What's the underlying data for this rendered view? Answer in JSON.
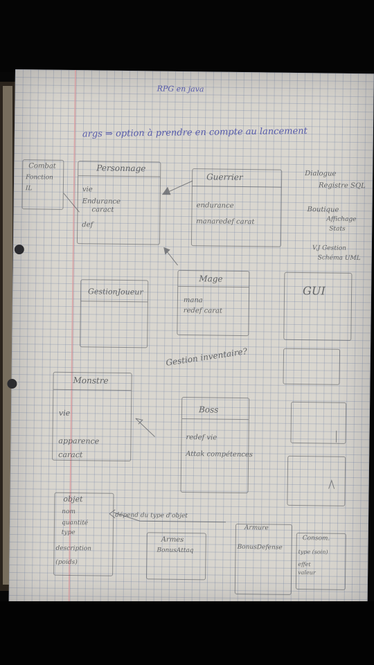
{
  "title": "RPG en java",
  "subtitle": "args ⇒ option à prendre en compte au lancement",
  "boxes": {
    "left_top": {
      "title": "Combat",
      "lines": [
        "Fonction",
        "IL"
      ]
    },
    "personnage": {
      "title": "Personnage",
      "lines": [
        "vie",
        "Endurance",
        "caract",
        "def"
      ]
    },
    "guerrier": {
      "title": "Guerrier",
      "lines": [
        "endurance",
        "manaredef carat"
      ]
    },
    "mage": {
      "title": "Mage",
      "lines": [
        "mana",
        "redef carat"
      ]
    },
    "gestion_joueur": {
      "title": "GestionJoueur"
    },
    "monstre": {
      "title": "Monstre",
      "lines": [
        "vie",
        "apparence",
        "caract"
      ]
    },
    "boss": {
      "title": "Boss",
      "lines": [
        "redef vie",
        "Attak compétences"
      ]
    },
    "gui": {
      "title": "GUI"
    },
    "objet": {
      "title": "objet",
      "lines": [
        "nom",
        "quantité",
        "type",
        "description",
        "(poids)"
      ]
    },
    "armes": {
      "title": "Armes",
      "lines": [
        "BonusAttaq"
      ]
    },
    "armure": {
      "title": "Armure",
      "lines": [
        "BonusDefense"
      ]
    },
    "consommable": {
      "title": "Consom.",
      "lines": [
        "type (soin)",
        "effet",
        "valeur"
      ]
    }
  },
  "notes": {
    "right_top": [
      "Dialogue",
      "Registre SQL",
      "Boutique",
      "Affichage",
      "Stats"
    ],
    "right_mid": [
      "V.J Gestion",
      "Schéma UML"
    ],
    "gestion_inventaire": "Gestion inventaire?",
    "objet_arrow": "dépend du type d'objet"
  }
}
